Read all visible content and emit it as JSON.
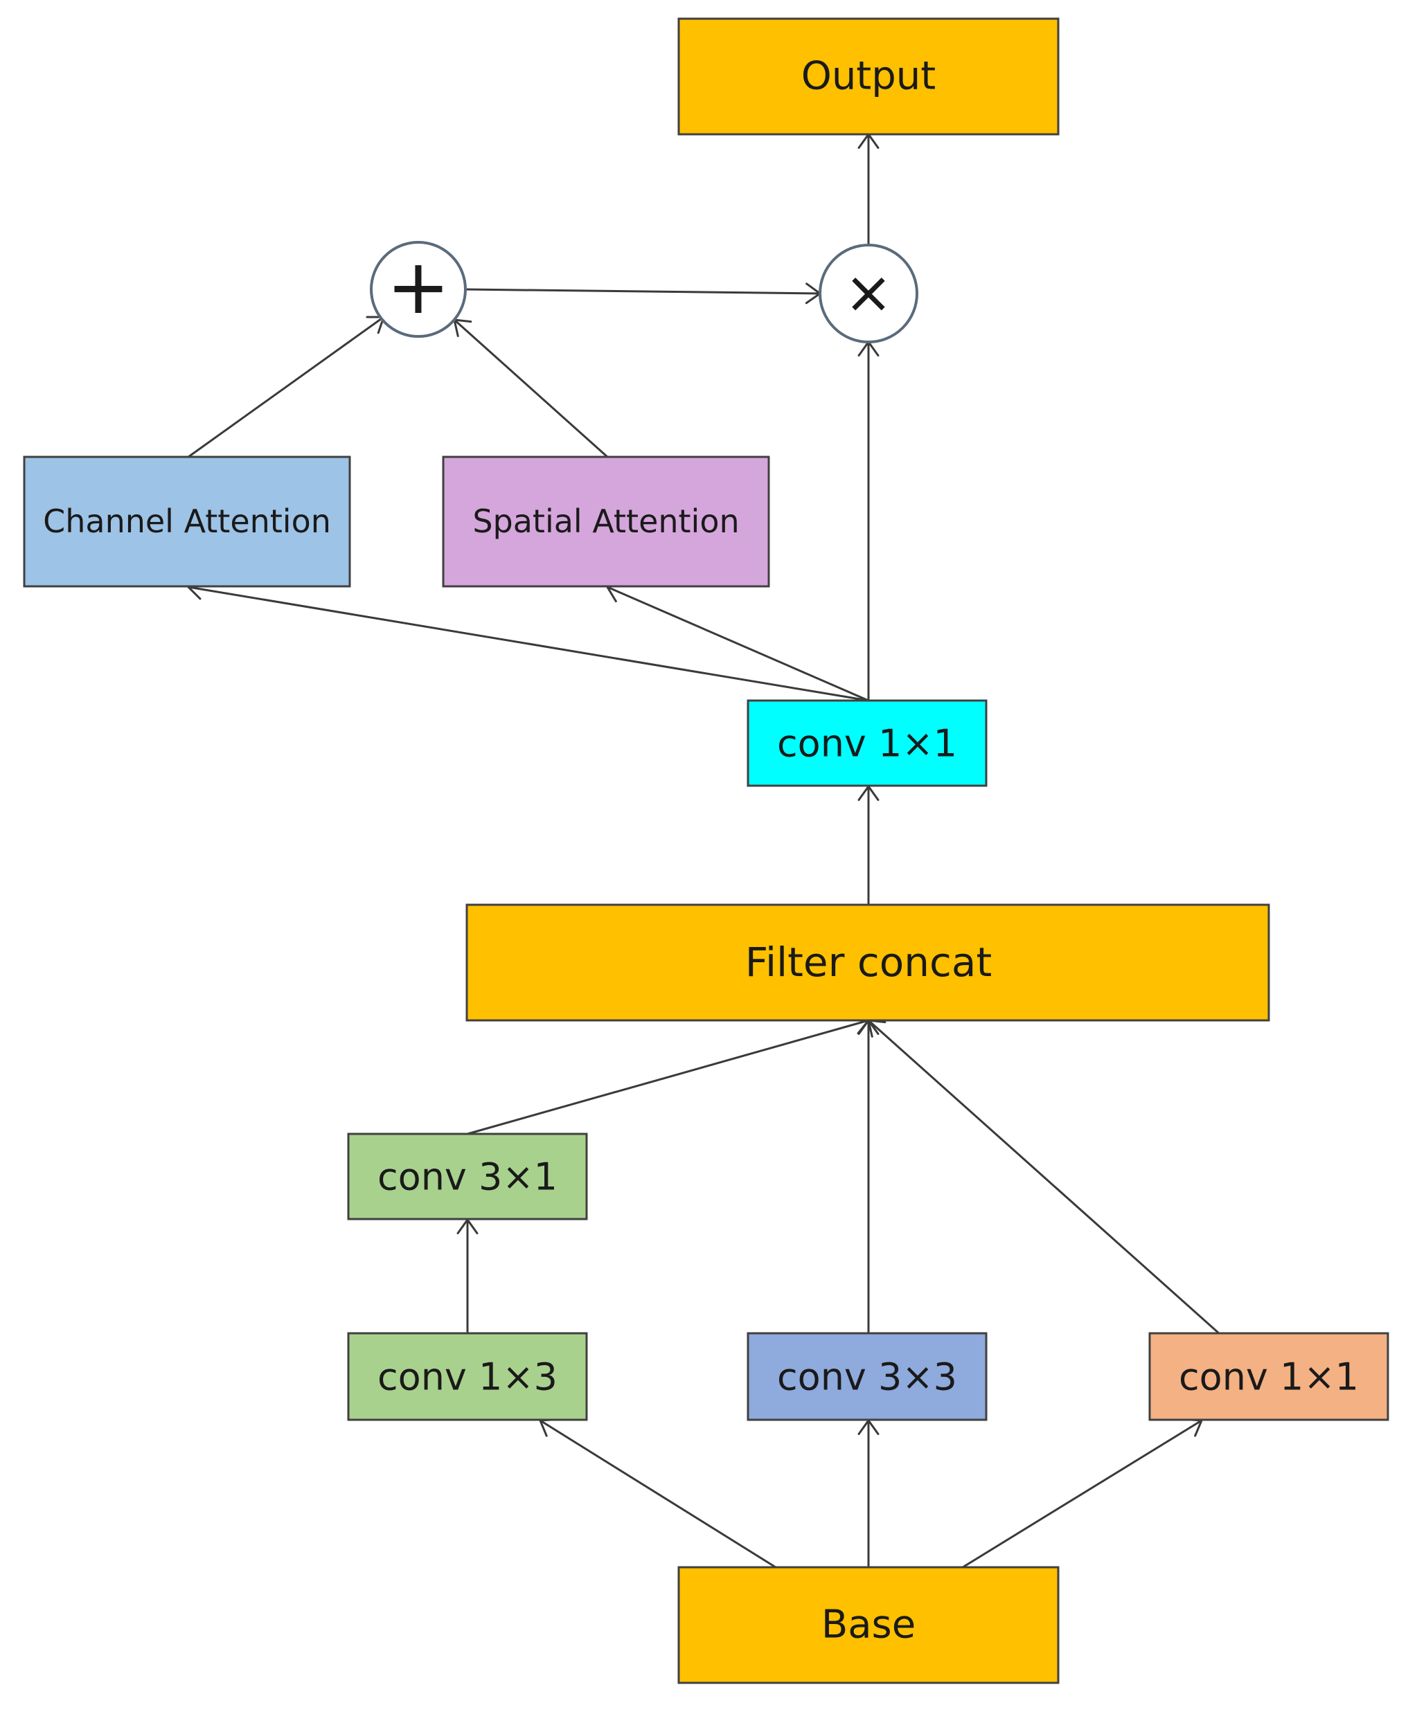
{
  "nodes": {
    "output": {
      "label": "Output",
      "fill": "#FFC000"
    },
    "channel_attention": {
      "label": "Channel Attention",
      "fill": "#9DC3E6"
    },
    "spatial_attention": {
      "label": "Spatial Attention",
      "fill": "#D5A6DB"
    },
    "conv1x1_top": {
      "label": "conv 1×1",
      "fill": "#00FFFF"
    },
    "filter_concat": {
      "label": "Filter concat",
      "fill": "#FFC000"
    },
    "conv3x1": {
      "label": "conv 3×1",
      "fill": "#A9D18E"
    },
    "conv1x3": {
      "label": "conv 1×3",
      "fill": "#A9D18E"
    },
    "conv3x3": {
      "label": "conv 3×3",
      "fill": "#8FAADC"
    },
    "conv1x1_right": {
      "label": "conv 1×1",
      "fill": "#F4B183"
    },
    "base": {
      "label": "Base",
      "fill": "#FFC000"
    },
    "add_op": {
      "symbol": "+"
    },
    "mul_op": {
      "symbol": "×"
    }
  },
  "edges": [
    {
      "from": "base",
      "to": "conv1x3"
    },
    {
      "from": "base",
      "to": "conv3x3"
    },
    {
      "from": "base",
      "to": "conv1x1_right"
    },
    {
      "from": "conv1x3",
      "to": "conv3x1"
    },
    {
      "from": "conv3x1",
      "to": "filter_concat"
    },
    {
      "from": "conv3x3",
      "to": "filter_concat"
    },
    {
      "from": "conv1x1_right",
      "to": "filter_concat"
    },
    {
      "from": "filter_concat",
      "to": "conv1x1_top"
    },
    {
      "from": "conv1x1_top",
      "to": "channel_attention"
    },
    {
      "from": "conv1x1_top",
      "to": "spatial_attention"
    },
    {
      "from": "conv1x1_top",
      "to": "mul_op"
    },
    {
      "from": "channel_attention",
      "to": "add_op"
    },
    {
      "from": "spatial_attention",
      "to": "add_op"
    },
    {
      "from": "add_op",
      "to": "mul_op"
    },
    {
      "from": "mul_op",
      "to": "output"
    }
  ],
  "colors": {
    "stroke": "#3a3a3a",
    "box_border": "#404040",
    "operator_border": "#5a6b7b"
  }
}
